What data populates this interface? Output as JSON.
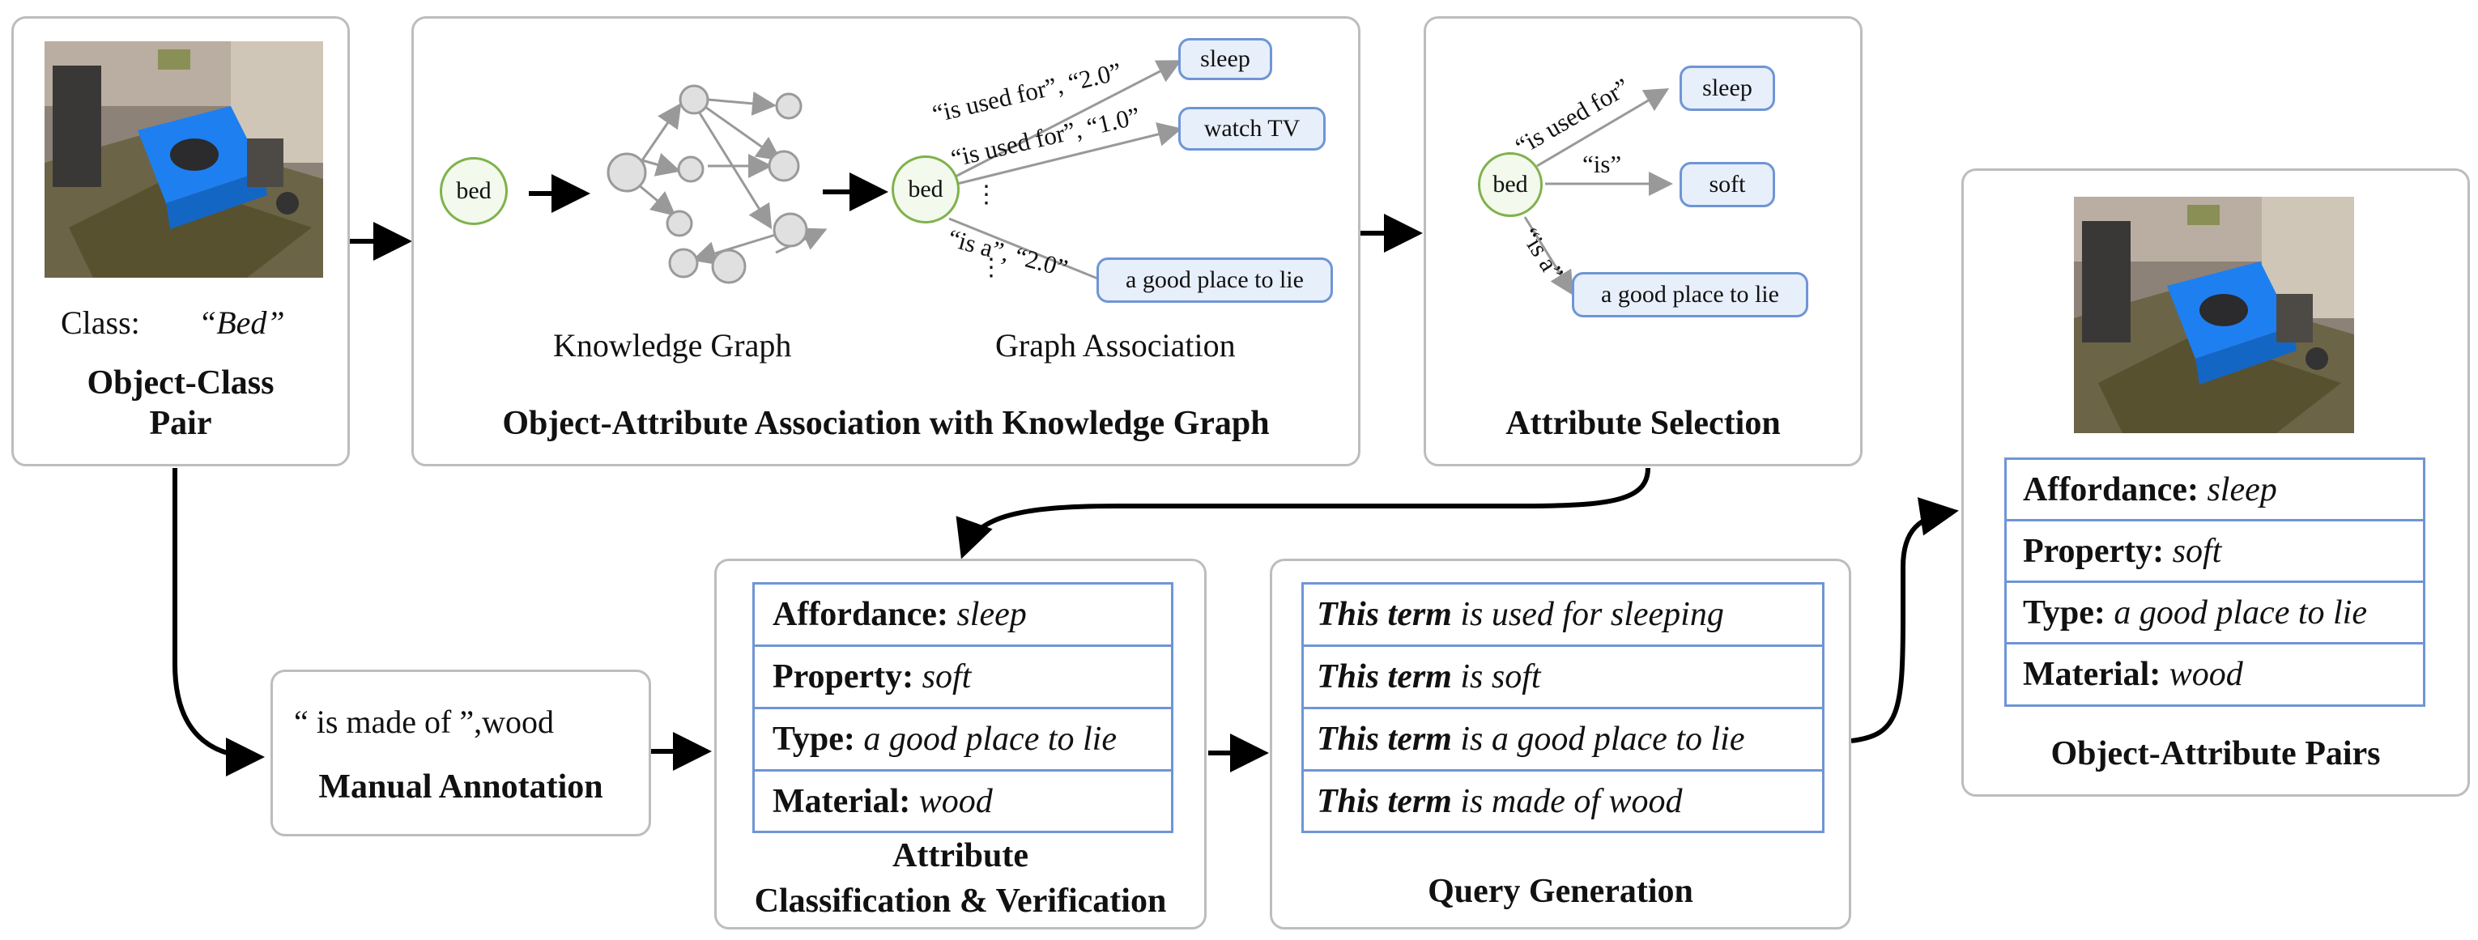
{
  "object_class": {
    "class_label": "Class:",
    "class_value": "“Bed”",
    "title_line1": "Object-Class",
    "title_line2": "Pair"
  },
  "association": {
    "start_node": "bed",
    "kg_label": "Knowledge Graph",
    "assoc_label": "Graph Association",
    "assoc_node": "bed",
    "edges": [
      {
        "text": "“is used for”, “2.0”",
        "target": "sleep"
      },
      {
        "text": "“is used for”, “1.0”",
        "target": "watch TV"
      },
      {
        "text": "“is a”, “2.0”",
        "target": "a good place to lie"
      }
    ],
    "ellipsis": "⋮",
    "title": "Object-Attribute Association with Knowledge Graph"
  },
  "selection": {
    "node": "bed",
    "edges": [
      {
        "text": "“is used for”",
        "target": "sleep"
      },
      {
        "text": "“is”",
        "target": "soft"
      },
      {
        "text": "“is a”",
        "target": "a good place to lie"
      }
    ],
    "title": "Attribute Selection"
  },
  "manual": {
    "text": "“ is made of ”,wood",
    "title": "Manual Annotation"
  },
  "classification": {
    "rows": [
      {
        "key": "Affordance:",
        "value": "sleep"
      },
      {
        "key": "Property:",
        "value": "soft"
      },
      {
        "key": "Type:",
        "value": "a good place to lie"
      },
      {
        "key": "Material:",
        "value": "wood"
      }
    ],
    "title_line1": "Attribute",
    "title_line2": "Classification & Verification"
  },
  "query": {
    "rows": [
      {
        "lead": "This term",
        "rest": "is used for sleeping"
      },
      {
        "lead": "This term",
        "rest": "is soft"
      },
      {
        "lead": "This term",
        "rest": "is a good place to lie"
      },
      {
        "lead": "This term",
        "rest": "is made of wood"
      }
    ],
    "title": "Query Generation"
  },
  "pairs": {
    "rows": [
      {
        "key": "Affordance:",
        "value": "sleep"
      },
      {
        "key": "Property:",
        "value": "soft"
      },
      {
        "key": "Type:",
        "value": "a good place to lie"
      },
      {
        "key": "Material:",
        "value": "wood"
      }
    ],
    "title": "Object-Attribute Pairs"
  },
  "colors": {
    "node_border": "#7fb24b",
    "attr_border": "#6f95d5",
    "attr_fill": "#e7effa",
    "panel_border": "#bdbdbd",
    "bed_blue": "#1e7ff0"
  }
}
